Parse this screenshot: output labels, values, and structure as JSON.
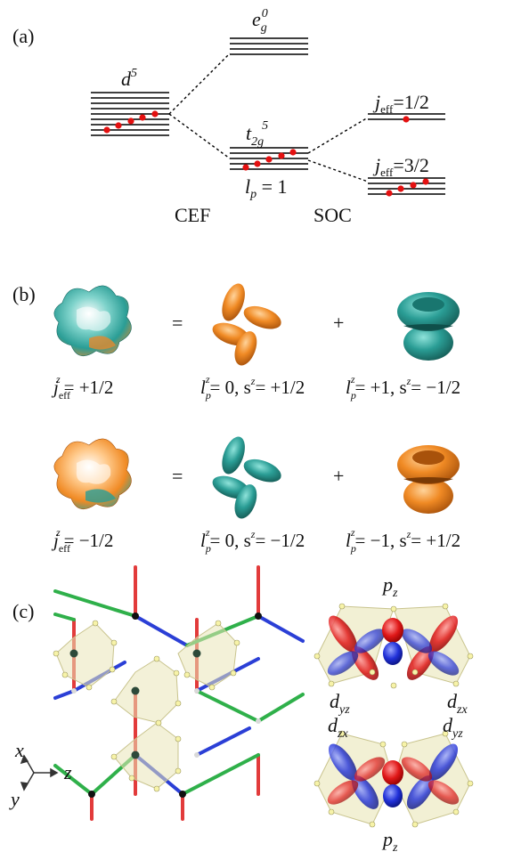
{
  "panels": {
    "a": {
      "label": "(a)",
      "d5": "d",
      "d5_sup": "5",
      "eg": "e",
      "eg_sub": "g",
      "eg_sup": "0",
      "t2g": "t",
      "t2g_sub": "2g",
      "t2g_sup": "5",
      "lp_l": "l",
      "lp_sub": "p",
      "lp_rest": " = 1",
      "j_half": "j",
      "j_sub": "eff",
      "j_half_val": "=1/2",
      "j_32_val": "=3/2",
      "cef": "CEF",
      "soc": "SOC"
    },
    "b": {
      "label": "(b)",
      "eq": "=",
      "plus": "+",
      "row1": {
        "lhs": "= +1/2",
        "mid": "= 0, s",
        "mid_end": "= +1/2",
        "rhs": "= +1, s",
        "rhs_end": "= −1/2"
      },
      "row2": {
        "lhs": "= −1/2",
        "mid": "= 0, s",
        "mid_end": "= −1/2",
        "rhs": "= −1, s",
        "rhs_end": "= +1/2"
      },
      "colors": {
        "teal": "#2a9d95",
        "orange": "#f08a24"
      }
    },
    "c": {
      "label": "(c)",
      "axis_x": "x",
      "axis_y": "y",
      "axis_z": "z",
      "pz": "p",
      "pz_sub": "z",
      "dyz": "d",
      "dyz_sub": "yz",
      "dzx": "d",
      "dzx_sub": "zx",
      "bond_colors": {
        "x": "#2b3fd6",
        "y": "#2fb04a",
        "z": "#e23b3b"
      }
    }
  }
}
